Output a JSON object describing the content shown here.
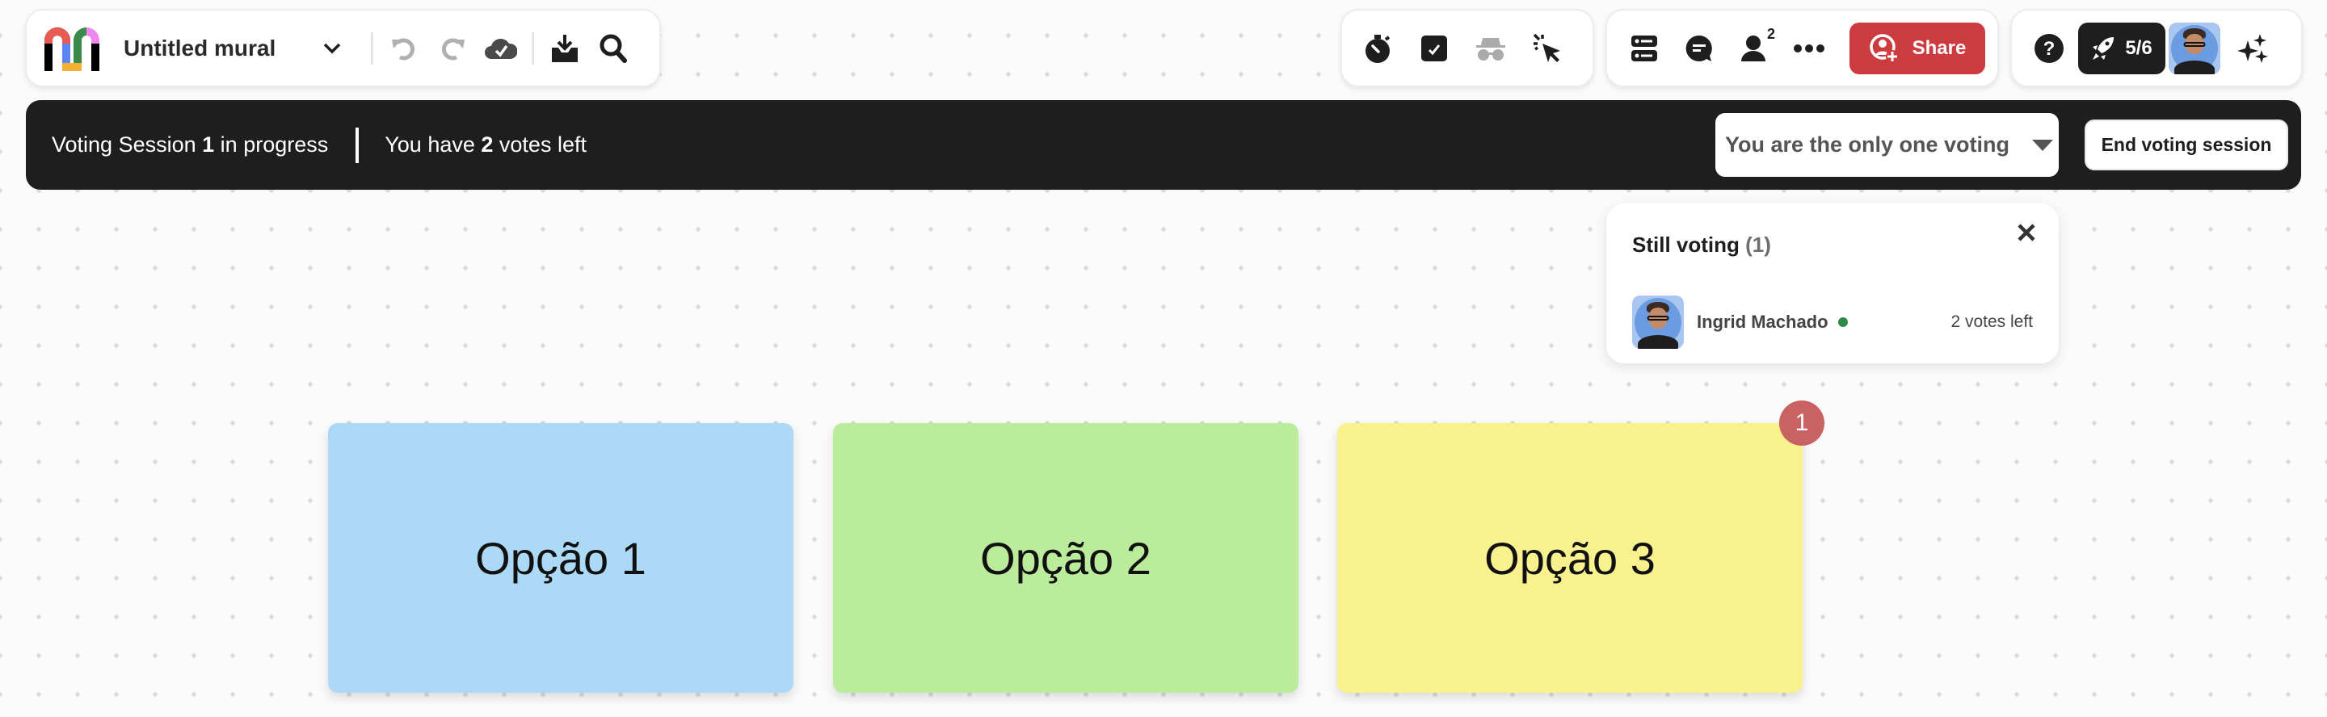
{
  "toolbar": {
    "mural_title": "Untitled mural",
    "left_icons": [
      "chevron-down-icon",
      "undo-icon",
      "redo-icon",
      "cloud-saved-icon",
      "download-icon",
      "search-icon"
    ],
    "tools_icons": [
      "timer-icon",
      "voting-icon",
      "private-mode-icon",
      "laser-pointer-icon"
    ],
    "collab": {
      "icons": [
        "outline-icon",
        "chat-icon",
        "collaborators-icon",
        "more-icon"
      ],
      "collaborator_count": "2",
      "share_label": "Share"
    },
    "right": {
      "help_icon": "help-icon",
      "progress_label": "5/6",
      "ai_icon": "sparkle-icon"
    }
  },
  "voting_bar": {
    "session_prefix": "Voting Session ",
    "session_number": "1",
    "session_suffix": " in progress",
    "votes_prefix": "You have ",
    "votes_number": "2",
    "votes_suffix": " votes left",
    "dropdown_value": "You are the only one voting",
    "end_button": "End voting session"
  },
  "popover": {
    "title": "Still voting",
    "count": "(1)",
    "participants": [
      {
        "name": "Ingrid Machado",
        "status": "online",
        "votes_left": "2 votes left"
      }
    ]
  },
  "canvas": {
    "stickies": [
      {
        "text": "Opção 1",
        "color": "#abd9f6"
      },
      {
        "text": "Opção 2",
        "color": "#bbec9c"
      },
      {
        "text": "Opção 3",
        "color": "#f9f08e",
        "votes": "1"
      }
    ]
  },
  "colors": {
    "share": "#cc3b3f",
    "voting_bar": "#1e1e1e",
    "vote_badge": "#c96262",
    "online": "#2e8b47"
  }
}
